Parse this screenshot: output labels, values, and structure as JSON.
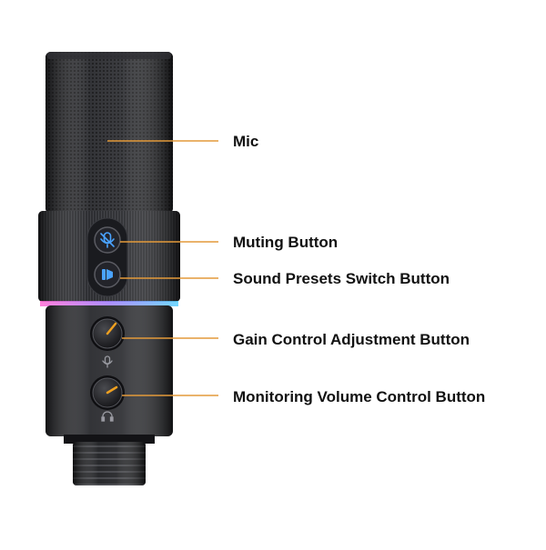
{
  "labels": {
    "mic": "Mic",
    "muting_button": "Muting Button",
    "sound_presets": "Sound Presets Switch Button",
    "gain_control": "Gain Control Adjustment Button",
    "monitoring_volume": "Monitoring Volume Control Button"
  },
  "colors": {
    "leader_line": "#e39a3a",
    "mic_body": "#1c1d20",
    "mic_body_light": "#3a3b40",
    "knob_indicator": "#f0a020",
    "button_icon": "#4aa3ff",
    "rgb_ring": [
      "#ff6ad5",
      "#a07cff",
      "#5ad1ff"
    ]
  },
  "icons": {
    "mute": "mic-slash-icon",
    "preset": "sound-preset-icon",
    "gain": "microphone-icon",
    "monitor": "headphones-icon"
  }
}
